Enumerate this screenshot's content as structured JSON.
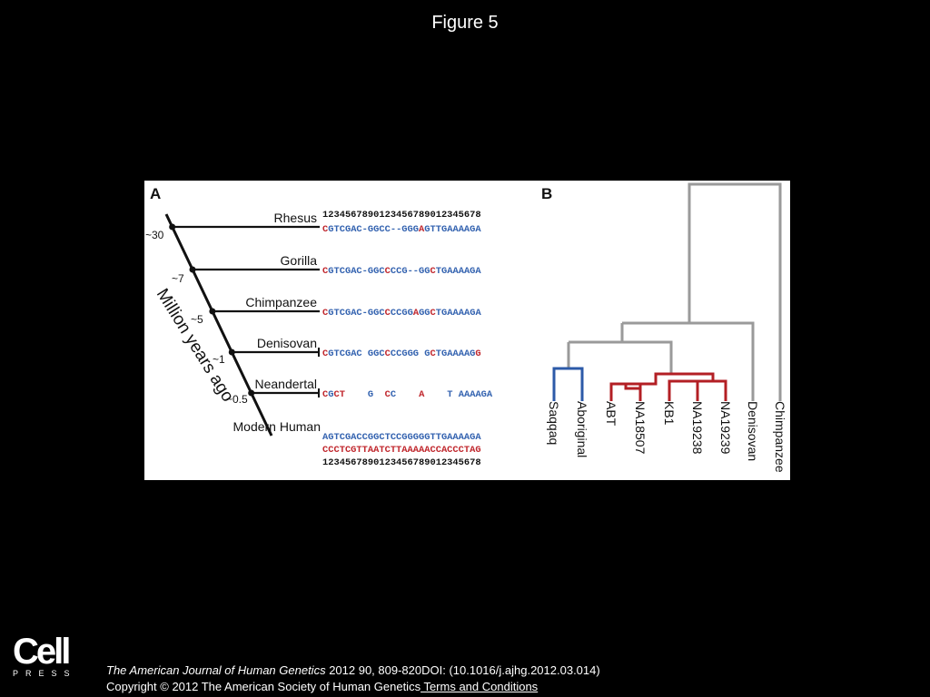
{
  "figure_title": "Figure 5",
  "panel_a": {
    "label": "A",
    "axis_label": "Million years ago",
    "time_labels": [
      "~30",
      "~7",
      "~5",
      "~1",
      "~0.5"
    ],
    "index_top": "1234567890123456789012345678",
    "index_bottom": "1234567890123456789012345678",
    "rows": [
      {
        "name": "Rhesus",
        "segments": [
          {
            "t": "C",
            "c": "red"
          },
          {
            "t": "GTCGAC-GGCC--GGG",
            "c": "blue"
          },
          {
            "t": "A",
            "c": "red"
          },
          {
            "t": "GTTGAAAAGA",
            "c": "blue"
          }
        ]
      },
      {
        "name": "Gorilla",
        "segments": [
          {
            "t": "C",
            "c": "red"
          },
          {
            "t": "GTCGAC-GGC",
            "c": "blue"
          },
          {
            "t": "C",
            "c": "red"
          },
          {
            "t": "CCG--GG",
            "c": "blue"
          },
          {
            "t": "C",
            "c": "red"
          },
          {
            "t": "TGAAAAGA",
            "c": "blue"
          }
        ]
      },
      {
        "name": "Chimpanzee",
        "segments": [
          {
            "t": "C",
            "c": "red"
          },
          {
            "t": "GTCGAC-GGC",
            "c": "blue"
          },
          {
            "t": "C",
            "c": "red"
          },
          {
            "t": "CCGG",
            "c": "blue"
          },
          {
            "t": "A",
            "c": "red"
          },
          {
            "t": "GG",
            "c": "blue"
          },
          {
            "t": "C",
            "c": "red"
          },
          {
            "t": "TGAAAAGA",
            "c": "blue"
          }
        ]
      },
      {
        "name": "Denisovan",
        "segments": [
          {
            "t": "C",
            "c": "red"
          },
          {
            "t": "GTCGAC GGC",
            "c": "blue"
          },
          {
            "t": "C",
            "c": "red"
          },
          {
            "t": "CCGGG G",
            "c": "blue"
          },
          {
            "t": "C",
            "c": "red"
          },
          {
            "t": "TGAAAAG",
            "c": "blue"
          },
          {
            "t": "G",
            "c": "red"
          }
        ]
      },
      {
        "name": "Neandertal",
        "segments": [
          {
            "t": "C",
            "c": "red"
          },
          {
            "t": "G",
            "c": "blue"
          },
          {
            "t": "CT",
            "c": "red"
          },
          {
            "t": "    G  ",
            "c": "blue"
          },
          {
            "t": "C",
            "c": "red"
          },
          {
            "t": "C    ",
            "c": "blue"
          },
          {
            "t": "A",
            "c": "red"
          },
          {
            "t": "    T AAAAGA",
            "c": "blue"
          }
        ]
      },
      {
        "name": "Modern Human",
        "segments": [
          {
            "t": "AGTCGACCGGCTCCGGGGGTTGAAAAGA",
            "c": "blue"
          }
        ],
        "segments2": [
          {
            "t": "CCCTCGTTAATCTTAAAAACCACCCTAG",
            "c": "red"
          }
        ]
      }
    ]
  },
  "panel_b": {
    "label": "B",
    "leaves": [
      {
        "name": "Saqqaq",
        "color": "blue"
      },
      {
        "name": "Aboriginal",
        "color": "blue"
      },
      {
        "name": "ABT",
        "color": "red"
      },
      {
        "name": "NA18507",
        "color": "red"
      },
      {
        "name": "KB1",
        "color": "red"
      },
      {
        "name": "NA19238",
        "color": "red"
      },
      {
        "name": "NA19239",
        "color": "red"
      },
      {
        "name": "Denisovan",
        "color": "gray"
      },
      {
        "name": "Chimpanzee",
        "color": "gray"
      }
    ]
  },
  "colors": {
    "blue": "#2c5aa8",
    "red": "#b31f24",
    "gray": "#9a9a9a",
    "seq_blue": "#3463b0",
    "seq_red": "#c0272d"
  },
  "logo": {
    "word": "Cell",
    "sub": "PRESS"
  },
  "citation": {
    "journal": "The American Journal of Human Genetics",
    "details": " 2012 90, 809-820DOI: (10.1016/j.ajhg.2012.03.014)",
    "copyright": "Copyright © 2012 The American Society of Human Genetics",
    "link": " Terms and Conditions"
  }
}
